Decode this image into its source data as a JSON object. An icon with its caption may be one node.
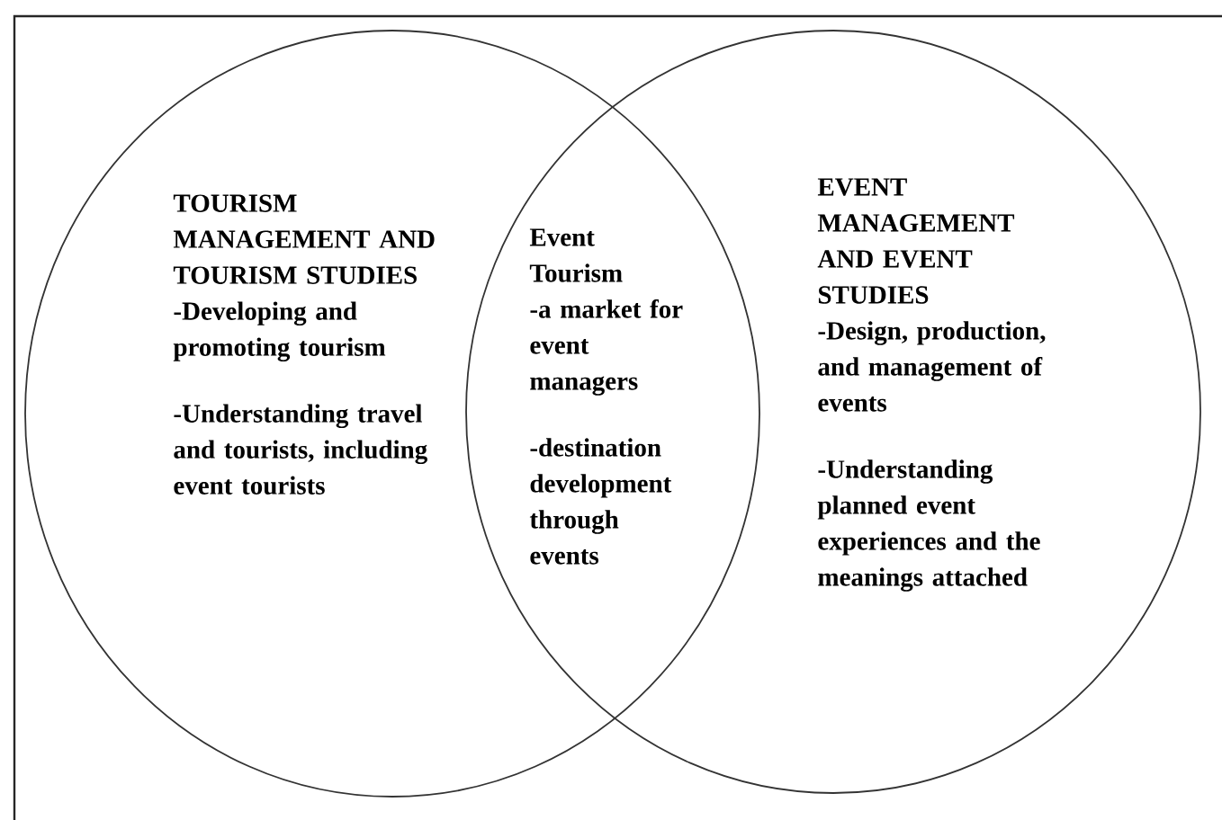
{
  "diagram": {
    "nodes": [
      {
        "text": [
          "TOURISM MANAGEMENT AND TOURISM STUDIES",
          "-Developing and promoting tourism",
          "-Understanding travel and tourists, including event tourists"
        ]
      },
      {
        "text": [
          "Event Tourism",
          "-a market for event managers",
          "-destination development through events"
        ]
      },
      {
        "text": [
          "EVENT MANAGEMENT AND EVENT STUDIES",
          "-Design, production, and management of events",
          "-Understanding planned event experiences and the meanings attached"
        ]
      }
    ]
  }
}
